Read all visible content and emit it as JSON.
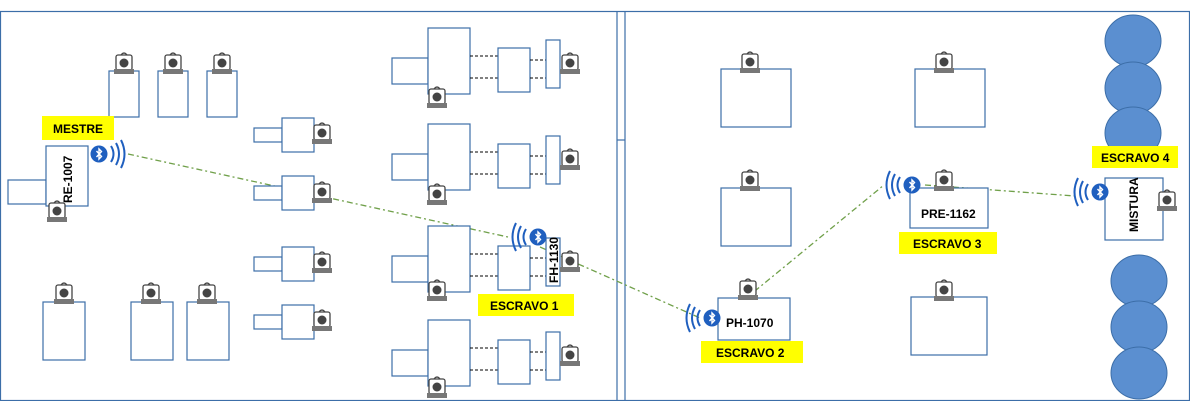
{
  "labels": {
    "mestre": "MESTRE",
    "escravo1": "ESCRAVO 1",
    "escravo2": "ESCRAVO 2",
    "escravo3": "ESCRAVO 3",
    "escravo4": "ESCRAVO 4"
  },
  "machines": {
    "re1007": "RE-1007",
    "fh1130": "FH-1130",
    "ph1070": "PH-1070",
    "pre1162": "PRE-1162",
    "mistura": "MISTURA"
  },
  "colors": {
    "box_stroke": "#3c6ea8",
    "label_bg": "#ffff00",
    "link": "#70a04a",
    "tank": "#5b8fd0",
    "bluetooth": "#1f5fbf",
    "operator": "#555555"
  },
  "icons": {
    "operator": "operator-icon",
    "bluetooth": "bluetooth-wireless-icon",
    "tank": "tank-icon"
  }
}
